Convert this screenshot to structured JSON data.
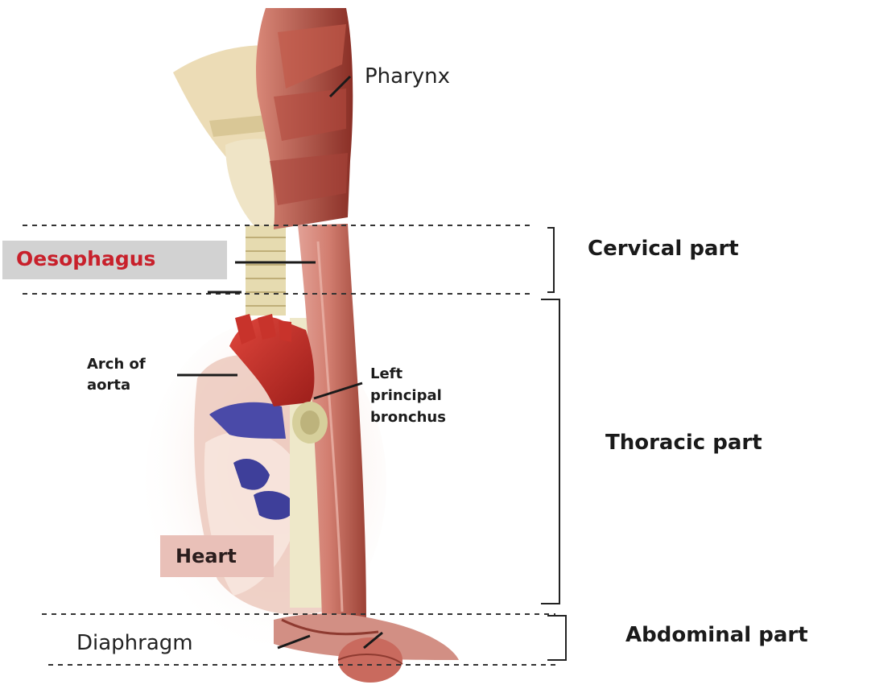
{
  "labels": {
    "pharynx": "Pharynx",
    "oesophagus": "Oesophagus",
    "arch_of_aorta_line1": "Arch of",
    "arch_of_aorta_line2": "aorta",
    "left_bronchus_line1": "Left",
    "left_bronchus_line2": "principal",
    "left_bronchus_line3": "bronchus",
    "heart": "Heart",
    "diaphragm": "Diaphragm"
  },
  "parts": {
    "cervical": "Cervical part",
    "thoracic": "Thoracic part",
    "abdominal": "Abdominal part"
  },
  "colors": {
    "muscle": "#c96a5e",
    "muscle_dark": "#8e3a30",
    "cartilage": "#e9dfb8",
    "aorta": "#c02a24",
    "vein_blue": "#3e3f9a",
    "heart_bg": "#eed2c8",
    "oesophagus_label": "#c8202b",
    "oesophagus_box": "#d2d2d2",
    "heart_box": "#e9c0b8"
  }
}
